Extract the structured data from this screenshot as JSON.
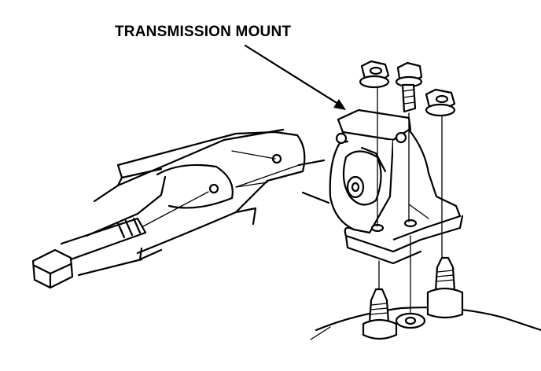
{
  "diagram": {
    "callout_label": "TRANSMISSION MOUNT"
  },
  "parts": {
    "mount": "transmission-mount",
    "bracket": "frame-bracket",
    "through_bolt": "through-bolt",
    "upper_fasteners": [
      "flange-nut",
      "flange-bolt",
      "flange-nut"
    ],
    "lower_studs": [
      "stud",
      "hole",
      "stud"
    ]
  }
}
